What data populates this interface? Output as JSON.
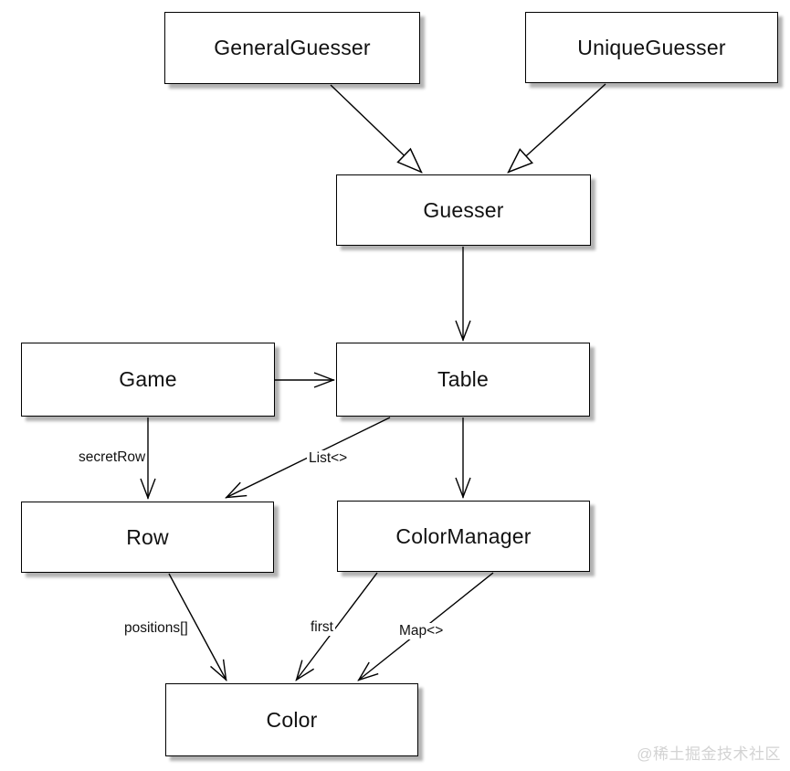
{
  "diagram": {
    "kind": "uml-class-diagram",
    "nodes": [
      {
        "id": "general-guesser",
        "label": "GeneralGuesser"
      },
      {
        "id": "unique-guesser",
        "label": "UniqueGuesser"
      },
      {
        "id": "guesser",
        "label": "Guesser"
      },
      {
        "id": "game",
        "label": "Game"
      },
      {
        "id": "table",
        "label": "Table"
      },
      {
        "id": "row",
        "label": "Row"
      },
      {
        "id": "color-manager",
        "label": "ColorManager"
      },
      {
        "id": "color",
        "label": "Color"
      }
    ],
    "edges": [
      {
        "from": "GeneralGuesser",
        "to": "Guesser",
        "type": "generalization",
        "label": ""
      },
      {
        "from": "UniqueGuesser",
        "to": "Guesser",
        "type": "generalization",
        "label": ""
      },
      {
        "from": "Guesser",
        "to": "Table",
        "type": "association",
        "label": ""
      },
      {
        "from": "Game",
        "to": "Table",
        "type": "association",
        "label": ""
      },
      {
        "from": "Game",
        "to": "Row",
        "type": "association",
        "label": "secretRow"
      },
      {
        "from": "Table",
        "to": "Row",
        "type": "association",
        "label": "List<>"
      },
      {
        "from": "Table",
        "to": "ColorManager",
        "type": "association",
        "label": ""
      },
      {
        "from": "Row",
        "to": "Color",
        "type": "association",
        "label": "positions[]"
      },
      {
        "from": "ColorManager",
        "to": "Color",
        "type": "association",
        "label": "first"
      },
      {
        "from": "ColorManager",
        "to": "Color",
        "type": "association",
        "label": "Map<>"
      }
    ]
  },
  "watermark": "@稀土掘金技术社区",
  "colors": {
    "background": "#ffffff",
    "box_fill": "#ffffff",
    "line": "#000000",
    "shadow": "#b5b5b5",
    "watermark": "#d3d3d3"
  }
}
